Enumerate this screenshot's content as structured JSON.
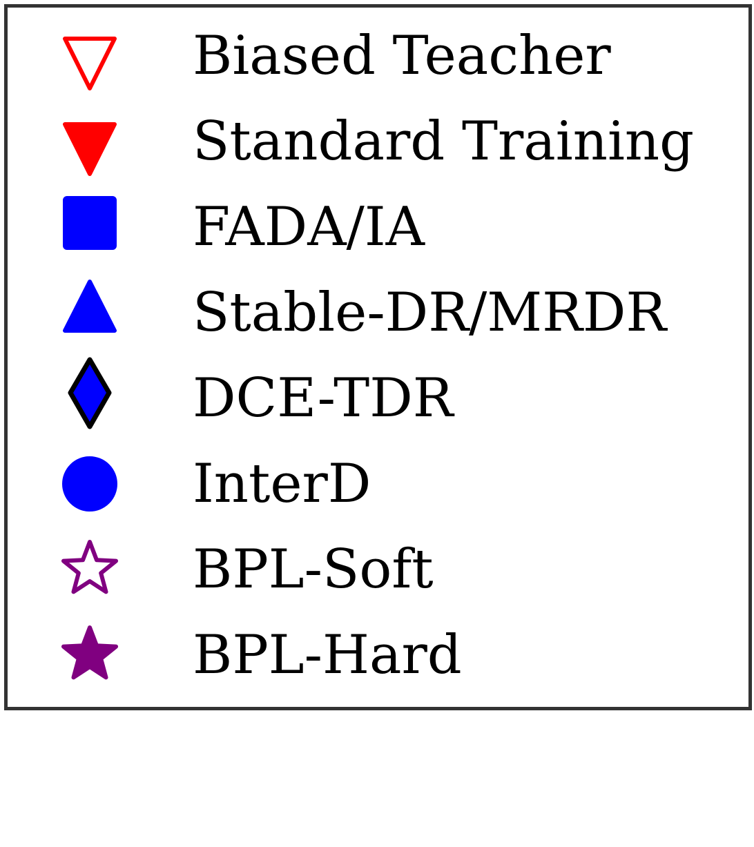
{
  "chart_data": {
    "type": "legend",
    "legend": {
      "entries": [
        {
          "label": "Biased Teacher",
          "marker": "triangle-down",
          "fill": "none",
          "stroke": "#ff0000"
        },
        {
          "label": "Standard Training",
          "marker": "triangle-down",
          "fill": "#ff0000",
          "stroke": "#ff0000"
        },
        {
          "label": "FADA/IA",
          "marker": "square",
          "fill": "#0000ff",
          "stroke": "#0000ff"
        },
        {
          "label": "Stable-DR/MRDR",
          "marker": "triangle-up",
          "fill": "#0000ff",
          "stroke": "#0000ff"
        },
        {
          "label": "DCE-TDR",
          "marker": "diamond",
          "fill": "#0000ff",
          "stroke": "#000000"
        },
        {
          "label": "InterD",
          "marker": "circle",
          "fill": "#0000ff",
          "stroke": "#0000ff"
        },
        {
          "label": "BPL-Soft",
          "marker": "star",
          "fill": "none",
          "stroke": "#800080"
        },
        {
          "label": "BPL-Hard",
          "marker": "star",
          "fill": "#800080",
          "stroke": "#800080"
        }
      ]
    }
  }
}
